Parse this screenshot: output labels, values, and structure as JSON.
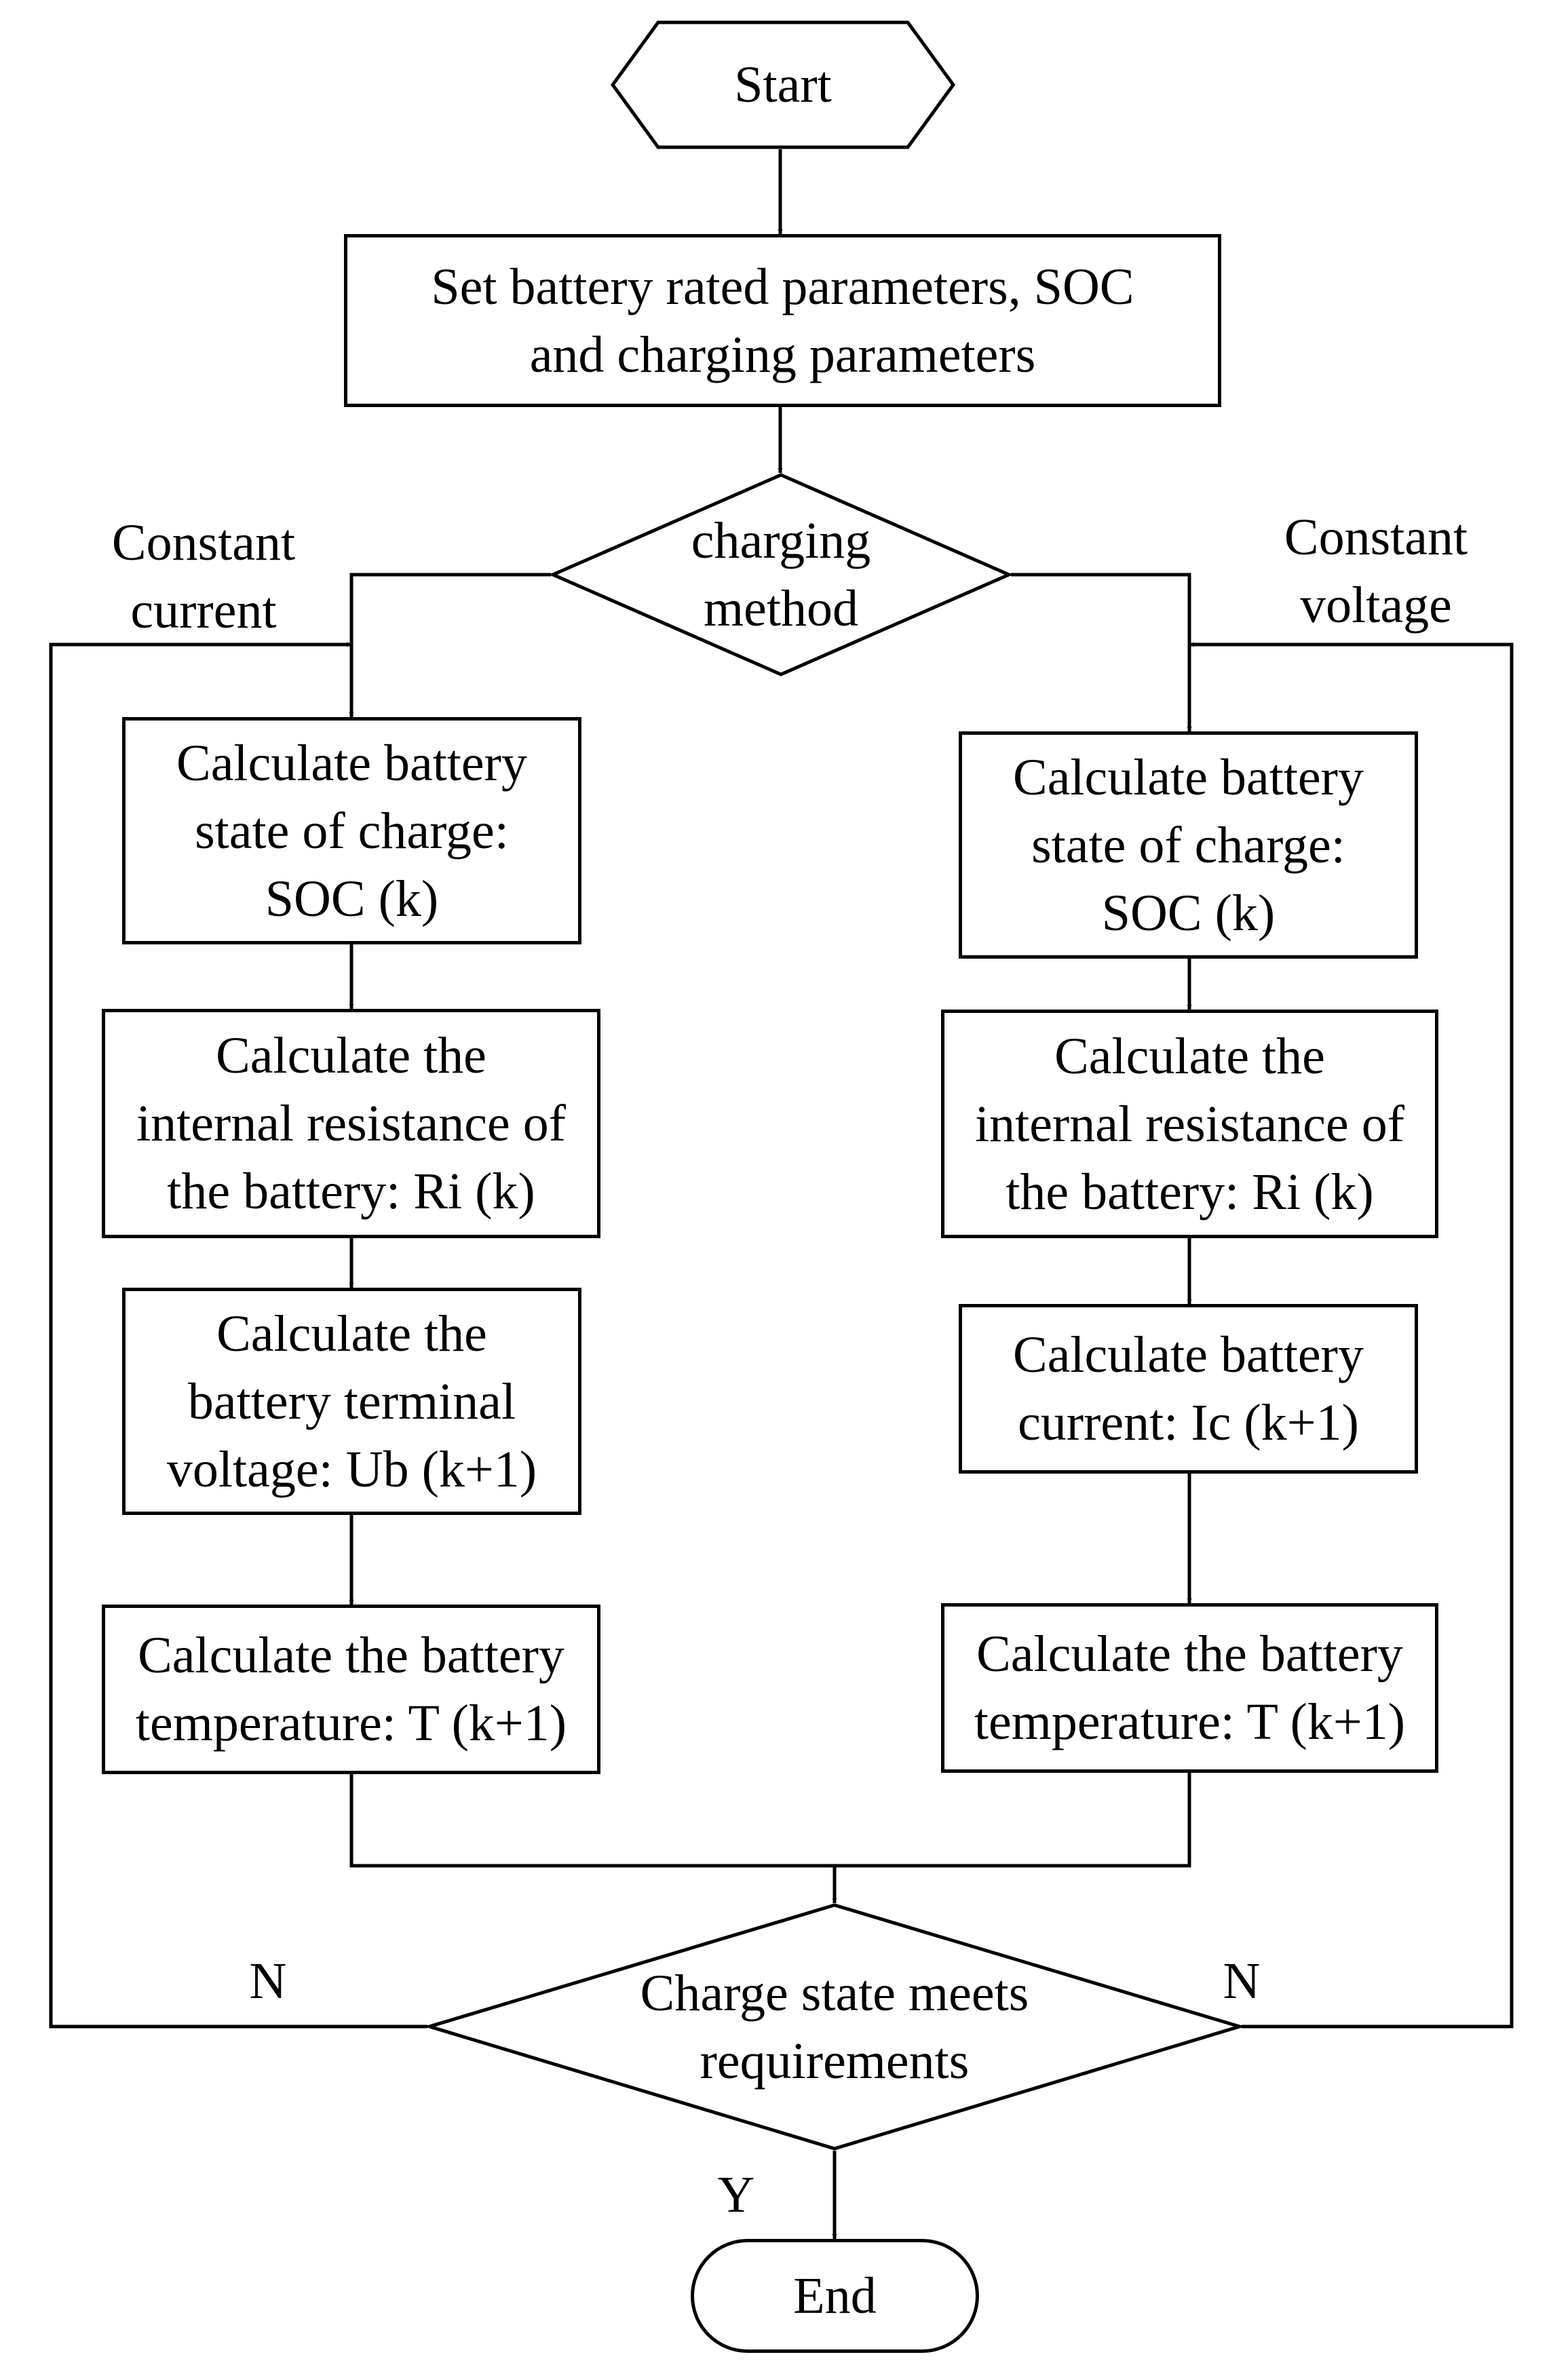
{
  "flowchart": {
    "start": "Start",
    "set_params": [
      "Set battery rated parameters, SOC",
      "and charging parameters"
    ],
    "decision_method": [
      "charging",
      "method"
    ],
    "branch_left_label": [
      "Constant",
      "current"
    ],
    "branch_right_label": [
      "Constant",
      "voltage"
    ],
    "left_branch": {
      "soc": [
        "Calculate battery",
        "state of charge:",
        "SOC (k)"
      ],
      "resistance": [
        "Calculate the",
        "internal resistance of",
        "the battery: Ri (k)"
      ],
      "voltage": [
        "Calculate the",
        "battery terminal",
        "voltage: Ub (k+1)"
      ],
      "temperature": [
        "Calculate the battery",
        "temperature: T (k+1)"
      ]
    },
    "right_branch": {
      "soc": [
        "Calculate battery",
        "state of charge:",
        "SOC (k)"
      ],
      "resistance": [
        "Calculate the",
        "internal resistance of",
        "the battery: Ri (k)"
      ],
      "current": [
        "Calculate battery",
        "current: Ic (k+1)"
      ],
      "temperature": [
        "Calculate the battery",
        "temperature: T (k+1)"
      ]
    },
    "decision_charge": [
      "Charge state meets",
      "requirements"
    ],
    "no_label_left": "N",
    "no_label_right": "N",
    "yes_label": "Y",
    "end": "End"
  },
  "colors": {
    "stroke": "#000000",
    "background": "#ffffff"
  }
}
